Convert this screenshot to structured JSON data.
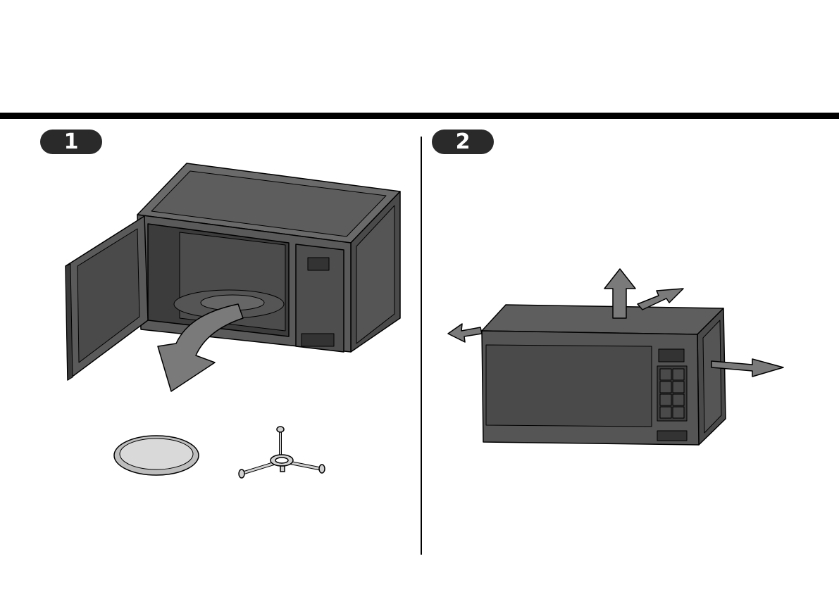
{
  "steps": [
    {
      "number": "1"
    },
    {
      "number": "2"
    }
  ],
  "colors": {
    "ink": "#000000",
    "appliance_fill": "#5a5a5a",
    "appliance_dark": "#3c3c3c",
    "arrow_fill": "#7a7a7a",
    "tray_fill": "#cfcfcf"
  },
  "illustrations": {
    "step1": [
      "microwave-open-door",
      "remove-arrow",
      "glass-tray",
      "roller-ring"
    ],
    "step2": [
      "microwave-front",
      "clearance-arrows"
    ]
  }
}
